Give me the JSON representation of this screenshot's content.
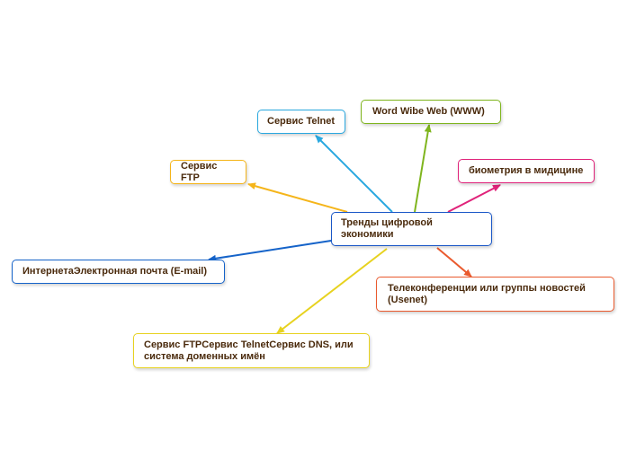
{
  "colors": {
    "center": "#1a57c7",
    "telnet": "#29a8e0",
    "www": "#7fb51e",
    "biometrics": "#e0237a",
    "ftp": "#f5b51a",
    "email": "#1563c9",
    "teleconf": "#ea5a2e",
    "dns": "#e7d21f"
  },
  "center": {
    "label": "Тренды цифровой экономики"
  },
  "nodes": {
    "telnet": "Сервис Telnet",
    "www": "Word Wibe Web (WWW)",
    "biometrics": "биометрия в мидицине",
    "ftp": "Сервис FTP",
    "email": "ИнтернетаЭлектронная почта (E-mail)",
    "teleconf": "Телеконференции или группы новостей (Usenet)",
    "dns": "Сервис FTPСервис TelnetСервис DNS, или система доменных имён"
  }
}
